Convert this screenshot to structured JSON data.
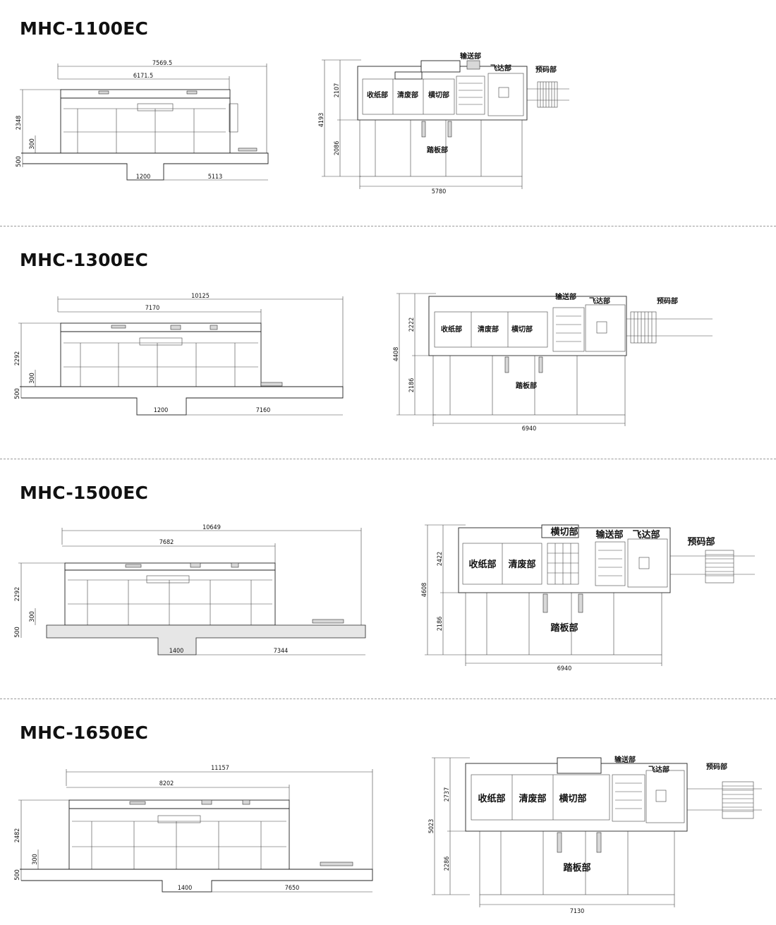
{
  "models": [
    {
      "title": "MHC-1100EC",
      "side": {
        "overall": "7569.5",
        "inner": "6171.5",
        "height": "2348",
        "sub": "300",
        "base": "500",
        "left": "1200",
        "right": "5113"
      },
      "top": {
        "total": "4193",
        "upper": "2107",
        "lower": "2086",
        "width": "5780",
        "labels": {
          "delivery": "收纸部",
          "stripping": "清废部",
          "diecut": "横切部",
          "transfer": "输送部",
          "feeder": "飞达部",
          "prepile": "预码部",
          "platform": "踏板部"
        }
      }
    },
    {
      "title": "MHC-1300EC",
      "side": {
        "overall": "10125",
        "inner": "7170",
        "height": "2292",
        "sub": "300",
        "base": "500",
        "left": "1200",
        "right": "7160"
      },
      "top": {
        "total": "4408",
        "upper": "2222",
        "lower": "2186",
        "width": "6940",
        "labels": {
          "delivery": "收纸部",
          "stripping": "清废部",
          "diecut": "横切部",
          "transfer": "输送部",
          "feeder": "飞达部",
          "prepile": "预码部",
          "platform": "踏板部"
        }
      }
    },
    {
      "title": "MHC-1500EC",
      "side": {
        "overall": "10649",
        "inner": "7682",
        "height": "2292",
        "sub": "300",
        "base": "500",
        "left": "1400",
        "right": "7344"
      },
      "top": {
        "total": "4608",
        "upper": "2422",
        "lower": "2186",
        "width": "6940",
        "labels": {
          "delivery": "收纸部",
          "stripping": "清废部",
          "diecut": "横切部",
          "transfer": "输送部",
          "feeder": "飞达部",
          "prepile": "预码部",
          "platform": "踏板部"
        }
      }
    },
    {
      "title": "MHC-1650EC",
      "side": {
        "overall": "11157",
        "inner": "8202",
        "height": "2482",
        "sub": "300",
        "base": "500",
        "left": "1400",
        "right": "7650"
      },
      "top": {
        "total": "5023",
        "upper": "2737",
        "lower": "2286",
        "width": "7130",
        "labels": {
          "delivery": "收纸部",
          "stripping": "清废部",
          "diecut": "横切部",
          "transfer": "输送部",
          "feeder": "飞达部",
          "prepile": "预码部",
          "platform": "踏板部"
        }
      }
    }
  ]
}
